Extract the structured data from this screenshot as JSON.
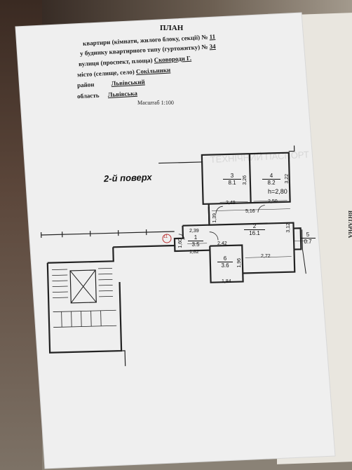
{
  "header": {
    "title": "ПЛАН",
    "line1_prefix": "квартири (кімнати, жилого блоку, секції) №",
    "line1_value": "11",
    "line2_prefix": "у будинку квартирного типу (гуртожитку) №",
    "line2_value": "34",
    "line3_prefix": "вулиця (проспект, площа)",
    "line3_value": "Сковороди Г.",
    "line4_prefix": "місто (селище, село)",
    "line4_value": "Сокільники",
    "line5_prefix": "район",
    "line5_value": "Львівський",
    "line6_prefix": "область",
    "line6_value": "Львівська",
    "scale": "Масштаб 1:100"
  },
  "plan": {
    "floor_label": "2-й поверх",
    "apartment_marker": "11",
    "height_label": "h=2,80",
    "rooms": [
      {
        "id": "room-3",
        "number": "3",
        "area": "8.1"
      },
      {
        "id": "room-4",
        "number": "4",
        "area": "8.2"
      },
      {
        "id": "room-2",
        "number": "2",
        "area": "16.1"
      },
      {
        "id": "room-5",
        "number": "5",
        "area": "0.7"
      },
      {
        "id": "room-1",
        "number": "1",
        "area": "3.5"
      },
      {
        "id": "room-6",
        "number": "6",
        "area": "3.6"
      }
    ],
    "dimensions": {
      "d326": "3,26",
      "d322": "3,22",
      "d249": "2,49",
      "d250": "2,50",
      "d516": "5,16",
      "d139": "1,39",
      "d312": "3,12",
      "d239": "2,39",
      "d160": "1,60",
      "d182": "1,82",
      "d242": "2,42",
      "d196": "1,96",
      "d272": "2,72",
      "d184": "1,84"
    }
  },
  "background": {
    "back_page_text": "ВНТАРНА"
  }
}
